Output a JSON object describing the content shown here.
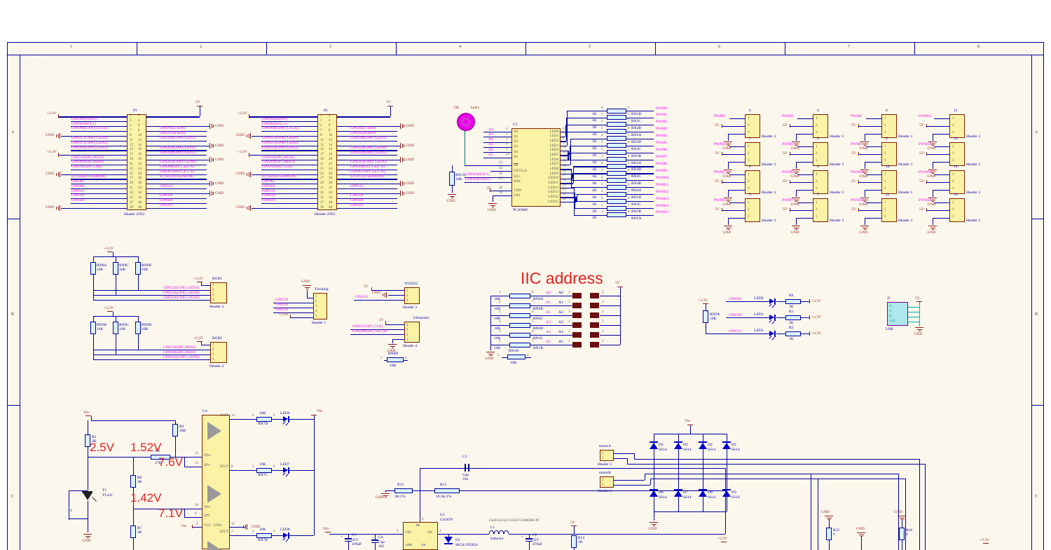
{
  "frame": {
    "columns": [
      "1",
      "2",
      "3",
      "4",
      "5",
      "6",
      "7",
      "8"
    ],
    "rows": [
      "A",
      "B",
      "C"
    ]
  },
  "power": {
    "gnd": "GND",
    "v5": "5V",
    "v33": "+3.3V",
    "vin": "Vin"
  },
  "rpi": {
    "titles": [
      "P1",
      "P2"
    ],
    "type": "Header 20X2",
    "pin_count": 40,
    "v5": "5V",
    "left_labels": [
      {
        "row": 1,
        "t": "GPIO02(SDA1)"
      },
      {
        "row": 2,
        "t": "GPIO03(SCL1)"
      },
      {
        "row": 3,
        "t": "GPIO04(GPIO_GCLK)"
      },
      {
        "row": 5,
        "t": "GPIO17(GPIO_GEN0)"
      },
      {
        "row": 6,
        "t": "GPIO27(GPIO_GEN2)"
      },
      {
        "row": 7,
        "t": "GPIO22(GPIO_GEN3)"
      },
      {
        "row": 9,
        "t": "GPIO10(SPI_MOSI)"
      },
      {
        "row": 10,
        "t": "GPIO09(SPI_MISO)"
      },
      {
        "row": 11,
        "t": "GPIO11(SPI_CLK)"
      },
      {
        "row": 13,
        "t": "ID_SD(ID EEPROM)"
      },
      {
        "row": 14,
        "t": "GPIO05"
      },
      {
        "row": 15,
        "t": "GPIO06"
      },
      {
        "row": 16,
        "t": "GPIO13"
      },
      {
        "row": 17,
        "t": "GPIO19"
      },
      {
        "row": 18,
        "t": "GPIO26"
      }
    ],
    "right_labels": [
      {
        "row": 3,
        "t": "GPIO14(TXD0)"
      },
      {
        "row": 4,
        "t": "GPIO15(RXD0)"
      },
      {
        "row": 5,
        "t": "GPIO18(GPIO_GEN1)"
      },
      {
        "row": 7,
        "t": "GPIO23(GPIO_GEN4)"
      },
      {
        "row": 8,
        "t": "GPIO24(GPIO_GEN5)"
      },
      {
        "row": 10,
        "t": "GPIO25(GPIO_GEN6)"
      },
      {
        "row": 11,
        "t": "GPIO08(SPI_CE0_N)"
      },
      {
        "row": 12,
        "t": "GPIO07(SPI_CE1_N)"
      },
      {
        "row": 13,
        "t": "ID_SC(ID EEPROM)"
      },
      {
        "row": 15,
        "t": "GPIO12"
      },
      {
        "row": 17,
        "t": "GPIO16"
      },
      {
        "row": 18,
        "t": "GPIO20"
      },
      {
        "row": 19,
        "t": "GPIO21"
      }
    ],
    "left_rails": [
      {
        "row": 0,
        "t": "+3.3V"
      },
      {
        "row": 4,
        "t": "GND"
      },
      {
        "row": 8,
        "t": "+3.3V"
      },
      {
        "row": 12,
        "t": "GND"
      },
      {
        "row": 19,
        "t": "GND"
      }
    ],
    "right_gnd_rows": [
      2,
      6,
      9,
      14,
      16
    ]
  },
  "u1": {
    "ref": "U1",
    "part": "PCA9685",
    "oe": "OE",
    "hole": "hole1",
    "left_pins": [
      {
        "n": "A0",
        "p": "1"
      },
      {
        "n": "A1",
        "p": "2"
      },
      {
        "n": "A2",
        "p": "3"
      },
      {
        "n": "A3",
        "p": "4"
      },
      {
        "n": "A4",
        "p": "5"
      },
      {
        "n": "A5",
        "p": "24"
      }
    ],
    "ctl_pins": [
      {
        "n": "OE",
        "p": "23"
      },
      {
        "n": "EXTCLK",
        "p": "25"
      },
      {
        "n": "SCL",
        "p": "26"
      },
      {
        "n": "SDA",
        "p": "27"
      }
    ],
    "pwr_pins": [
      {
        "n": "VDD",
        "p": "28"
      },
      {
        "n": "VSS",
        "p": "14"
      }
    ],
    "a_nets": [
      "A0",
      "A1",
      "A2",
      "A3",
      "A4",
      "A5"
    ],
    "scl_net": "GPIO03(SCL1)",
    "sda_net": "GPIO02(SDA1)",
    "pullup": {
      "ref": "RN1A",
      "val": "10K"
    },
    "led_pins": [
      "6",
      "7",
      "8",
      "9",
      "10",
      "11",
      "12",
      "13",
      "15",
      "16",
      "17",
      "18",
      "19",
      "20",
      "21",
      "22"
    ],
    "led_names": [
      "LED0",
      "LED1",
      "LED2",
      "LED3",
      "LED4",
      "LED5",
      "LED6",
      "LED7",
      "LED8",
      "LED9",
      "LED10",
      "LED11",
      "LED12",
      "LED13",
      "LED14",
      "LED15"
    ]
  },
  "rn_array": {
    "value": "1K",
    "refs": [
      "RN2D",
      "RN2C",
      "RN2B",
      "RN2A",
      "RN3D",
      "RN3C",
      "RN3B",
      "RN3A",
      "RN4D",
      "RN4C",
      "RN4B",
      "RN4A",
      "RN5D",
      "RN5C",
      "RN5B",
      "RN5A"
    ],
    "nets": [
      "PWM0",
      "PWM1",
      "PWM2",
      "PWM3",
      "PWM4",
      "PWM5",
      "PWM6",
      "PWM7",
      "PWM8",
      "PWM9",
      "PWM10",
      "PWM11",
      "PWM12",
      "PWM13",
      "PWM14",
      "PWM15"
    ]
  },
  "pwm": {
    "type": "Header 3",
    "pins": [
      "1",
      "2",
      "3"
    ]
  },
  "rgb": [
    {
      "title": "RGB1",
      "type": "Header 4",
      "res": [
        {
          "ref": "RN8A",
          "val": "10K"
        },
        {
          "ref": "RN8C",
          "val": "10K"
        },
        {
          "ref": "RN8B",
          "val": "10K"
        }
      ],
      "nets": [
        "GPIO22(GPIO_GEN3)",
        "GPIO23(GPIO_GEN4)",
        "GPIO24(GPIO_GEN5)"
      ]
    },
    {
      "title": "RGB2",
      "type": "Header 4",
      "res": [
        {
          "ref": "RN9B",
          "val": "10K"
        },
        {
          "ref": "RN9C",
          "val": "10K"
        },
        {
          "ref": "RN9D",
          "val": "10K"
        }
      ],
      "nets": [
        "GPIO10(SPI_MOSI)",
        "GPIO09(SPI_MISO)",
        "GPIO25(GPIO_GEN6)"
      ]
    }
  ],
  "tracking": {
    "title": "Tracking",
    "type": "Header 5",
    "nets": [
      "GPIO19",
      "GPIO16",
      "GPIO20"
    ]
  },
  "ws2812": {
    "title": "WS2812",
    "type": "Header 3",
    "net": "GPIO12"
  },
  "ultrasonic": {
    "title": "Ultrasonic",
    "type": "Header 4",
    "nets": [
      "GPIO11(SPI_CLK)",
      "GPIO08(SPI_CE0_N)"
    ],
    "res": {
      "ref": "RN8D",
      "val": "10K",
      "lp": "5",
      "rp": "4"
    }
  },
  "iic": {
    "title": "IIC address",
    "value": "10K",
    "jpin1": "1",
    "jpin2": "2",
    "rows": [
      {
        "lp": "1",
        "rp": "8",
        "ref": "RN0A",
        "net": "A0"
      },
      {
        "lp": "2",
        "rp": "7",
        "ref": "RN0B",
        "net": "A1"
      },
      {
        "lp": "3",
        "rp": "6",
        "ref": "RN0C",
        "net": "A2"
      },
      {
        "lp": "4",
        "rp": "5",
        "ref": "RN0D",
        "net": "A3"
      },
      {
        "lp": "3",
        "rp": "6",
        "ref": "RN1C",
        "net": "A4"
      },
      {
        "lp": "2",
        "rp": "7",
        "ref": "RN1B",
        "net": "A5"
      }
    ],
    "extra": {
      "ref": "RN1D",
      "val": "10K",
      "lp": "5",
      "rp": "4"
    }
  },
  "status_leds": {
    "pullup": {
      "ref": "RN9A",
      "val": "10K"
    },
    "rows": [
      {
        "net": "GPIO05",
        "led": "LED0",
        "ref": "R0",
        "val": "1K"
      },
      {
        "net": "GPIO06",
        "led": "LED1",
        "ref": "R1",
        "val": "1K"
      },
      {
        "net": "GPIO13",
        "led": "LED2",
        "ref": "R2",
        "val": "1K"
      }
    ]
  },
  "usb": {
    "ref": "J1",
    "type": "USB",
    "pins": [
      "5V",
      "D-",
      "D+",
      "GND"
    ]
  },
  "power_mon": {
    "r3": {
      "ref": "R3",
      "val": "2K"
    },
    "r4": {
      "ref": "R4",
      "val": "36K"
    },
    "r5": {
      "ref": "R5",
      "val": "27K"
    },
    "r6": {
      "ref": "R6",
      "val": "3K"
    },
    "r7": {
      "ref": "R7",
      "val": "3K"
    },
    "t1": {
      "ref": "T1",
      "val": "TL431",
      "pin": "2"
    },
    "annotations": [
      "2.5V",
      "1.52V",
      "7.6V",
      "1.42V",
      "7.1V"
    ]
  },
  "u4": {
    "ref": "U4",
    "vcc": {
      "n": "VCC",
      "p": "4"
    },
    "gnd": {
      "n": "GND",
      "p": "11"
    },
    "in_pins": [
      {
        "n": "4IN+",
        "p": "12"
      },
      {
        "n": "4IN-",
        "p": "13"
      },
      {
        "n": "3IN+",
        "p": "10"
      },
      {
        "n": "3IN-",
        "p": "9"
      }
    ],
    "rows": [
      {
        "out": "4OUT",
        "p": "14",
        "ref": "RN7D",
        "val": "10K",
        "lp": "4",
        "rp": "5",
        "led": "LED6"
      },
      {
        "out": "3OUT",
        "p": "8",
        "ref": "RN7C",
        "val": "10K",
        "lp": "3",
        "rp": "6",
        "led": "LED7"
      },
      {
        "out": "2OUT",
        "p": "7",
        "ref": "RN7B",
        "val": "10K",
        "lp": "2",
        "rp": "7",
        "led": "LED8"
      }
    ]
  },
  "regulator": {
    "ref": "U2",
    "part": "GS2678",
    "vin_pin": {
      "n": "VIN",
      "p": "5"
    },
    "sw_pin": {
      "n": "SW",
      "p": "3"
    },
    "fb_pin": {
      "n": "FB",
      "p": "4"
    },
    "gnd_pin": "GND",
    "en_pin": "EN",
    "c1": {
      "ref": "C1",
      "l1": "35V",
      "l2": "470uF"
    },
    "c4": {
      "ref": "C4",
      "l1": "Cap",
      "l2": "105"
    },
    "c3": {
      "ref": "C3",
      "l1": "Cap",
      "l2": "33n"
    },
    "r12": {
      "ref": "R12",
      "val": "2K/1%"
    },
    "r13": {
      "ref": "R13",
      "val": "10.5K/1%"
    },
    "l1": {
      "ref": "L1",
      "name": "Inductor",
      "spec": "33uH/5A/SLF12565T-330M2R8-PF"
    },
    "d1": {
      "ref": "D1",
      "val": "SK54/1N5824"
    },
    "c2": {
      "ref": "C2",
      "l1": "35V",
      "l2": "470uF"
    },
    "r14": {
      "ref": "R14",
      "val": "1K"
    }
  },
  "motor": {
    "headers": [
      {
        "title": "motorA",
        "type": "Header 2"
      },
      {
        "title": "motorB",
        "type": "Header 2"
      }
    ],
    "pins": [
      "2",
      "1"
    ],
    "diodes_top": [
      {
        "ref": "D2",
        "val": "SS14"
      },
      {
        "ref": "D3",
        "val": "SS14"
      },
      {
        "ref": "D4",
        "val": "SS14"
      },
      {
        "ref": "D5",
        "val": "SS14"
      }
    ],
    "diodes_bottom": [
      {
        "ref": "D6",
        "val": "SS14"
      },
      {
        "ref": "D7",
        "val": "SS14"
      },
      {
        "ref": "D8",
        "val": "SS14"
      },
      {
        "ref": "D9",
        "val": "SS14"
      }
    ]
  },
  "bottom_right": {
    "r15": {
      "ref": "R15",
      "val": "0"
    },
    "r16": {
      "ref": "R16",
      "val": "0"
    }
  }
}
